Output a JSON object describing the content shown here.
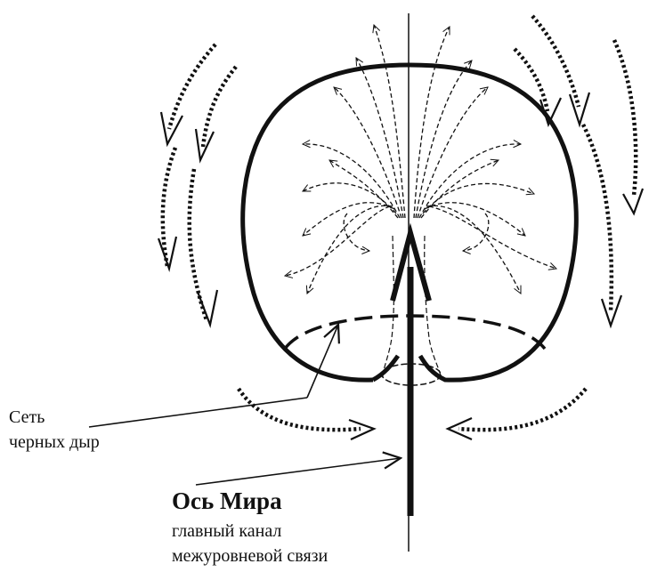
{
  "labels": {
    "network_line1": "Сеть",
    "network_line2": "черных дыр",
    "axis_title": "Ось Мира",
    "axis_sub_line1": "главный канал",
    "axis_sub_line2": "межуровневой связи"
  },
  "colors": {
    "ink": "#111111",
    "background": "#ffffff"
  }
}
